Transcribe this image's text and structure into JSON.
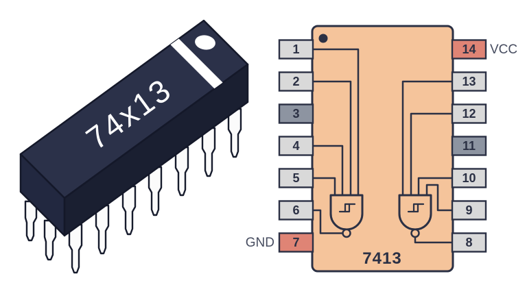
{
  "package": {
    "label": "74x13"
  },
  "pinout": {
    "part_number": "7413",
    "left_pins": [
      {
        "num": "1",
        "type": "input"
      },
      {
        "num": "2",
        "type": "input"
      },
      {
        "num": "3",
        "type": "nc"
      },
      {
        "num": "4",
        "type": "input"
      },
      {
        "num": "5",
        "type": "input"
      },
      {
        "num": "6",
        "type": "output"
      },
      {
        "num": "7",
        "type": "power",
        "label": "GND"
      }
    ],
    "right_pins": [
      {
        "num": "14",
        "type": "power",
        "label": "VCC"
      },
      {
        "num": "13",
        "type": "input"
      },
      {
        "num": "12",
        "type": "input"
      },
      {
        "num": "11",
        "type": "nc"
      },
      {
        "num": "10",
        "type": "input"
      },
      {
        "num": "9",
        "type": "input"
      },
      {
        "num": "8",
        "type": "output"
      }
    ],
    "colors": {
      "ic_body": "#f5c49b",
      "outline": "#2b3044",
      "pin_default": "#d9d9d9",
      "pin_nc": "#8d94a1",
      "pin_power": "#df8475",
      "chip_top": "#2b3149",
      "chip_front": "#1a1f31",
      "chip_side": "#222840",
      "pin_metal": "#fbfbfb"
    }
  }
}
